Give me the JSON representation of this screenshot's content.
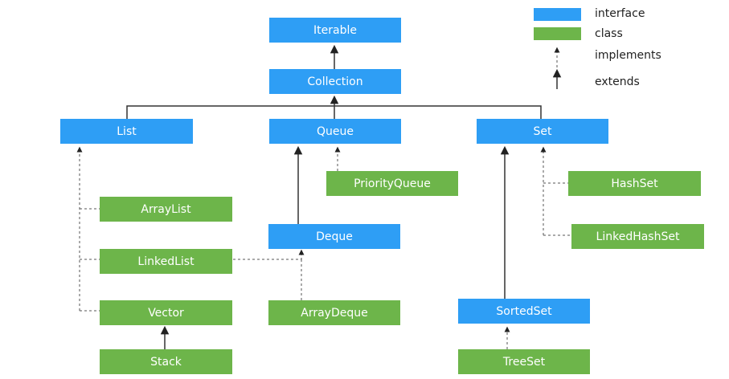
{
  "colors": {
    "interface": "#2e9ef5",
    "class": "#6db54a",
    "line": "#333333"
  },
  "legend": {
    "interface": "interface",
    "class": "class",
    "implements": "implements",
    "extends": "extends"
  },
  "nodes": {
    "iterable": "Iterable",
    "collection": "Collection",
    "list": "List",
    "queue": "Queue",
    "set": "Set",
    "priority_queue": "PriorityQueue",
    "hash_set": "HashSet",
    "array_list": "ArrayList",
    "linked_hash_set": "LinkedHashSet",
    "deque": "Deque",
    "linked_list": "LinkedList",
    "vector": "Vector",
    "array_deque": "ArrayDeque",
    "sorted_set": "SortedSet",
    "stack": "Stack",
    "tree_set": "TreeSet"
  }
}
